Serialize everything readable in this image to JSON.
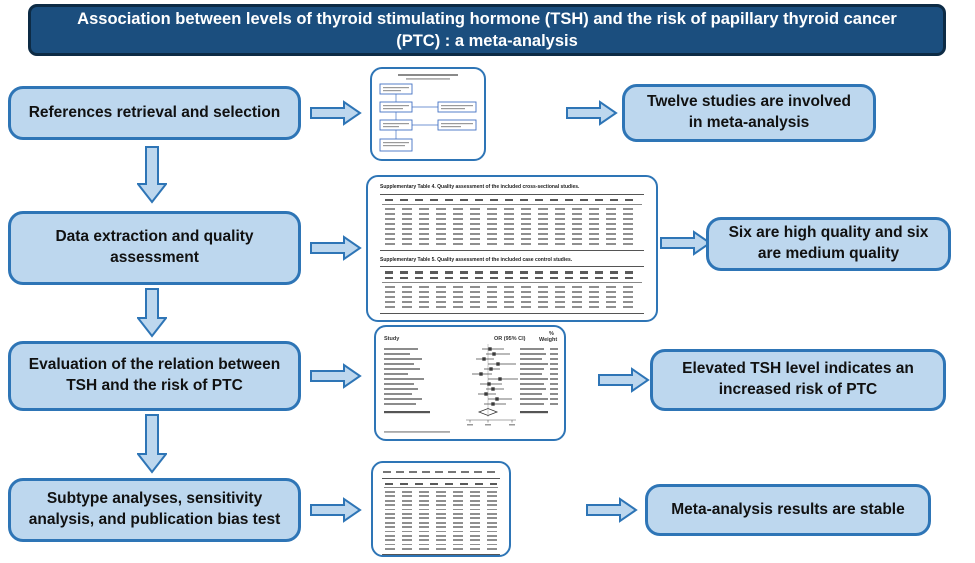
{
  "banner": {
    "title": "Association between levels of thyroid stimulating hormone (TSH) and the risk of papillary thyroid cancer (PTC) : a meta-analysis"
  },
  "colors": {
    "banner_fill": "#1b4e7e",
    "banner_border": "#0d2b45",
    "banner_text": "#ffffff",
    "box_fill": "#bdd7ee",
    "box_border": "#2e75b6",
    "box_text": "#111111"
  },
  "rows": [
    {
      "step": "References retrieval and selection",
      "result": "Twelve studies are involved in meta-analysis",
      "thumbnail_name": "prisma-flow-diagram"
    },
    {
      "step": "Data extraction and quality assessment",
      "result": "Six are high quality and six are medium quality",
      "thumbnail_name": "quality-assessment-tables",
      "captions": {
        "table4": "Supplementary Table 4. Quality assessment of the included cross-sectional studies.",
        "table5": "Supplementary Table 5. Quality assessment of the included case control studies."
      }
    },
    {
      "step": "Evaluation of the relation between TSH and the risk of PTC",
      "result": "Elevated TSH level indicates an increased risk of PTC",
      "thumbnail_name": "forest-plot",
      "plot": {
        "col_study": "Study",
        "col_or": "OR (95% CI)",
        "col_weight_pct": "%",
        "col_weight": "Weight"
      }
    },
    {
      "step": "Subtype analyses, sensitivity analysis, and publication bias test",
      "result": "Meta-analysis results are stable",
      "thumbnail_name": "subgroup-analysis-table"
    }
  ]
}
